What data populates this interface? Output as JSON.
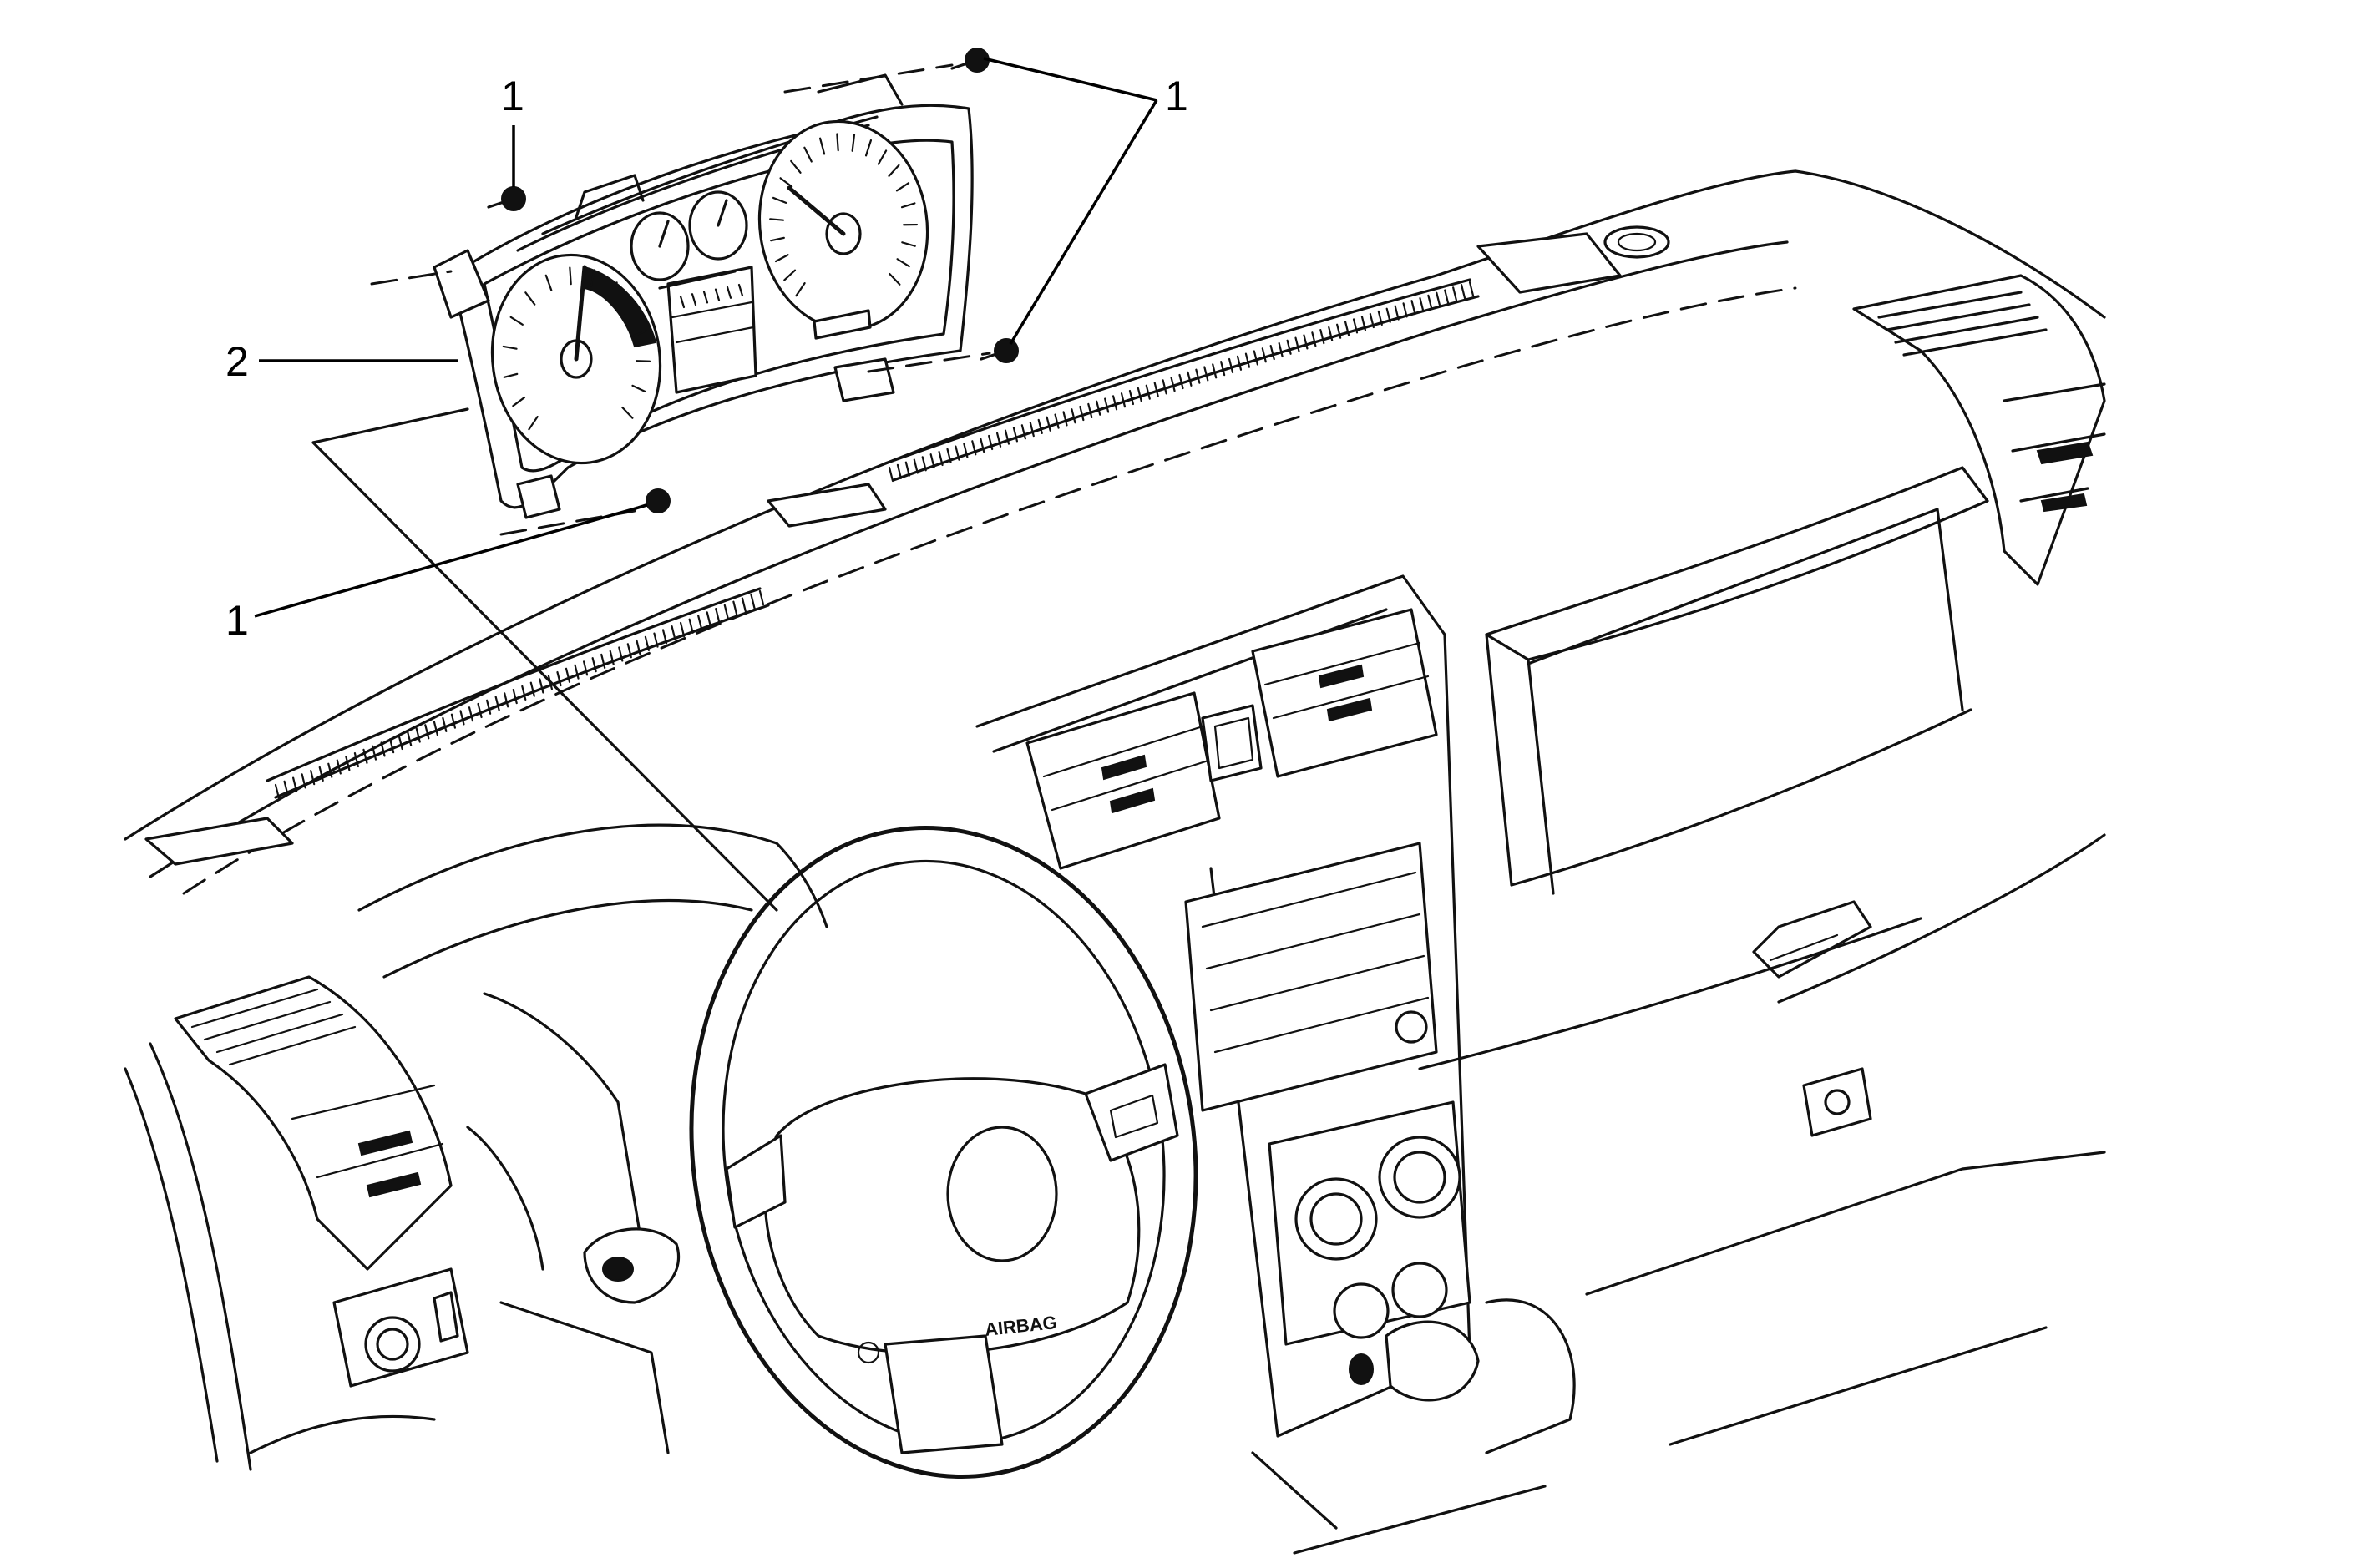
{
  "callouts": {
    "fastener_top_left": "1",
    "fastener_top_right": "1",
    "cluster": "2",
    "fastener_bottom_left": "1"
  },
  "text": {
    "airbag_emblem": "AIRBAG"
  }
}
